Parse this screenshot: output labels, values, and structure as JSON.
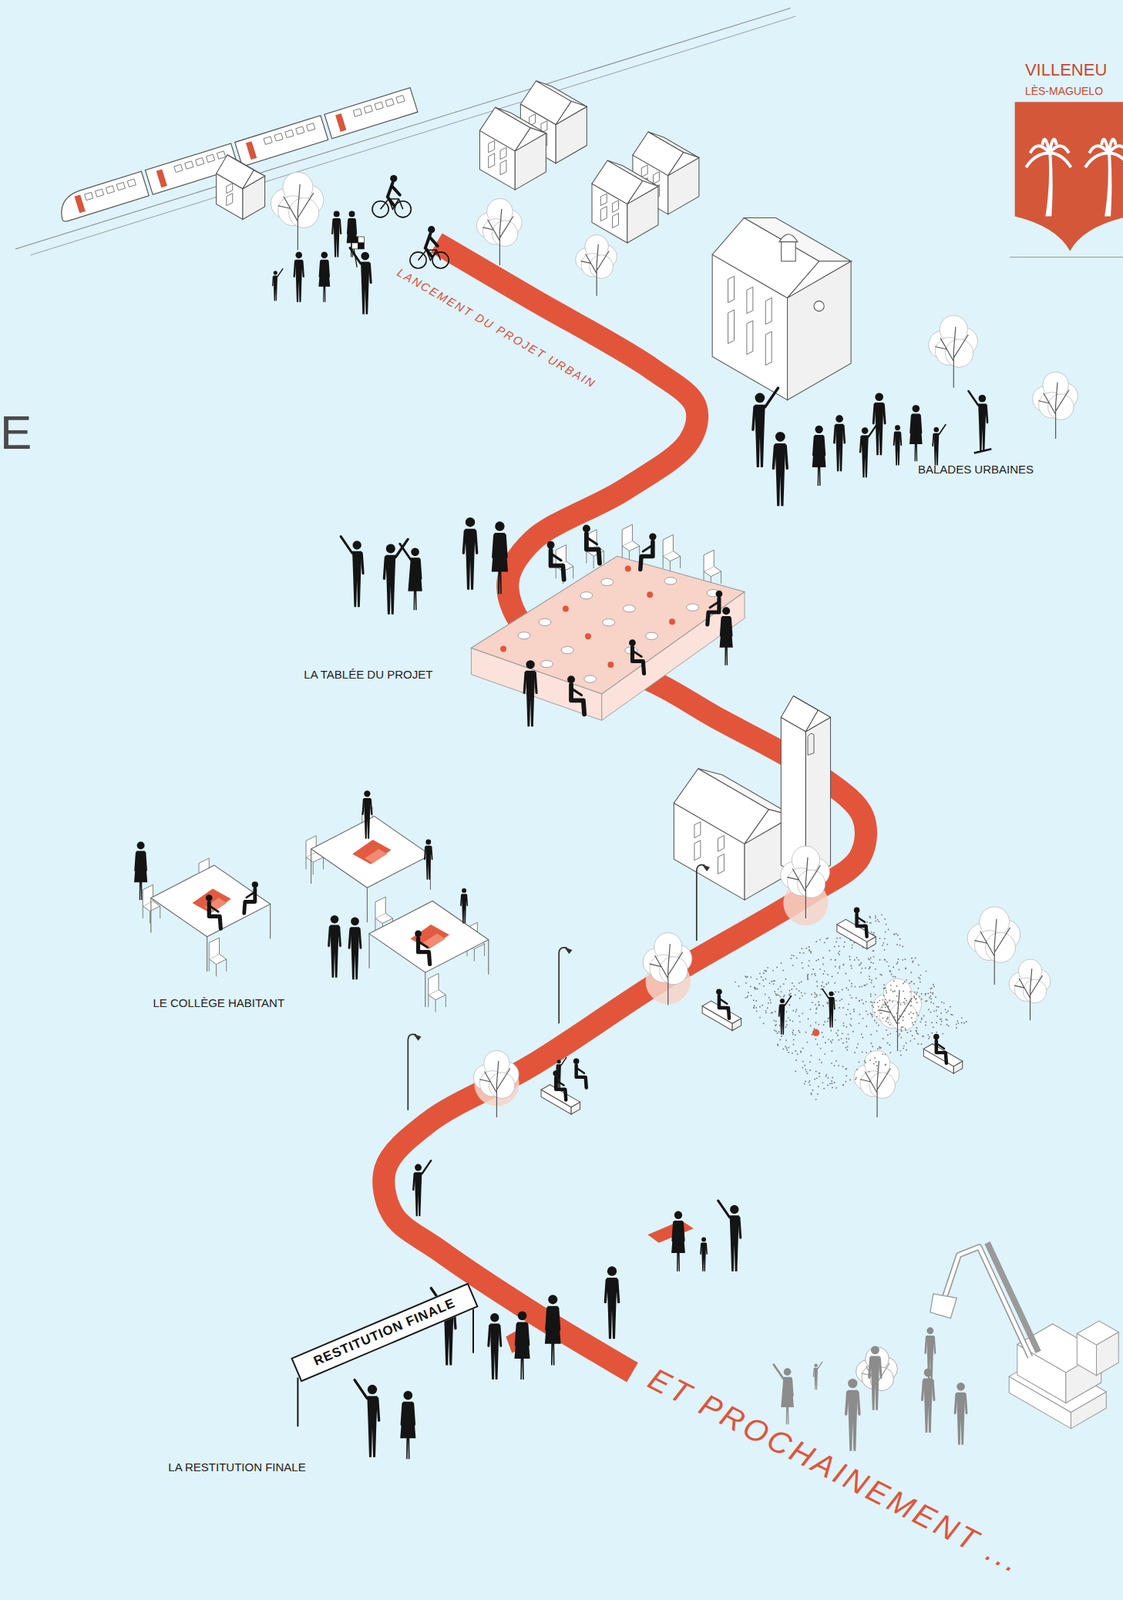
{
  "diagram": {
    "nodes": [
      {
        "text": [
          "RESTITUTION FINALE"
        ]
      }
    ],
    "labels": [
      "VILLENEU",
      "LÈS-MAGUELO",
      "E",
      "LANCEMENT DU PROJET URBAIN",
      "BALADES URBAINES",
      "LA TABLÉE DU PROJET",
      "LE COLLÈGE HABITANT",
      "LA RESTITUTION FINALE",
      "ET PROCHAINEMENT ..."
    ]
  }
}
